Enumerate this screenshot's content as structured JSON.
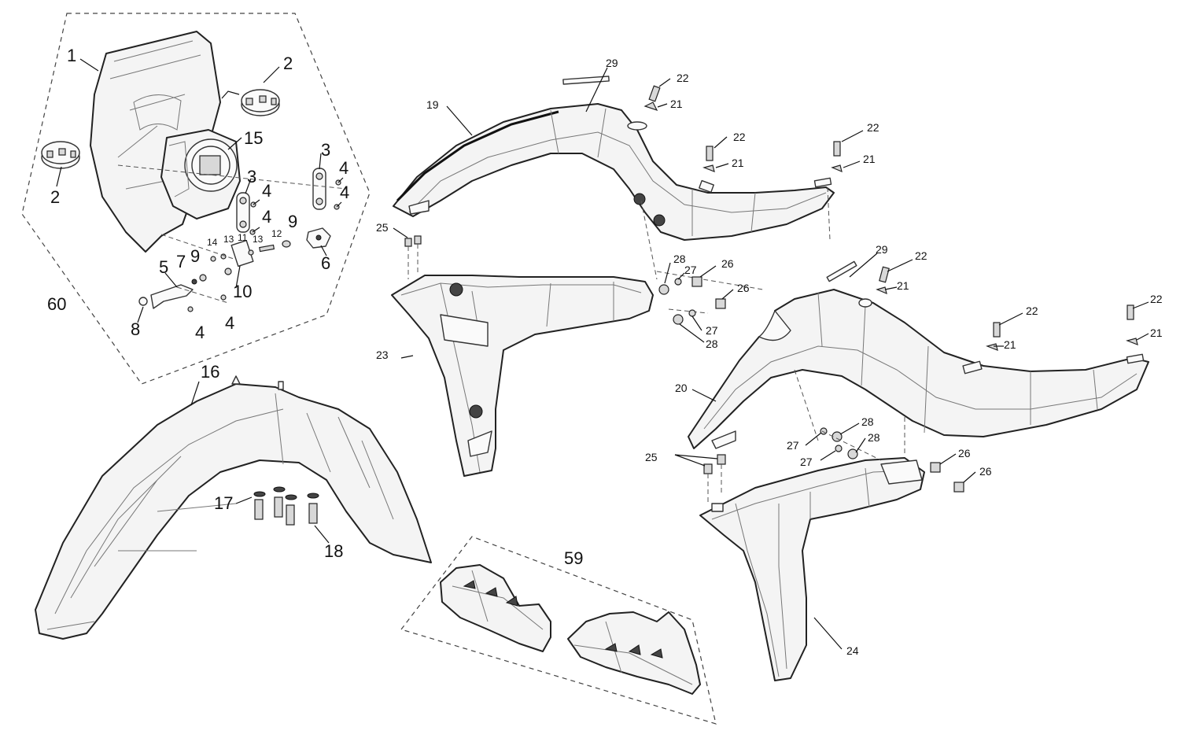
{
  "callouts": {
    "c1": "1",
    "c2a": "2",
    "c2b": "2",
    "c3a": "3",
    "c3b": "3",
    "c4a": "4",
    "c4b": "4",
    "c4c": "4",
    "c4d": "4",
    "c4e": "4",
    "c5": "5",
    "c6": "6",
    "c7": "7",
    "c8": "8",
    "c9a": "9",
    "c9b": "9",
    "c10": "10",
    "c11": "11",
    "c12": "12",
    "c13a": "13",
    "c13b": "13",
    "c14": "14",
    "c15": "15",
    "c16": "16",
    "c17": "17",
    "c18": "18",
    "c19": "19",
    "c20": "20",
    "c21a": "21",
    "c21b": "21",
    "c21c": "21",
    "c21d": "21",
    "c21e": "21",
    "c21f": "21",
    "c22a": "22",
    "c22b": "22",
    "c22c": "22",
    "c22d": "22",
    "c22e": "22",
    "c22f": "22",
    "c23": "23",
    "c24": "24",
    "c25a": "25",
    "c25b": "25",
    "c26a": "26",
    "c26b": "26",
    "c26c": "26",
    "c26d": "26",
    "c27a": "27",
    "c27b": "27",
    "c27c": "27",
    "c27d": "27",
    "c28a": "28",
    "c28b": "28",
    "c28c": "28",
    "c28d": "28",
    "c29a": "29",
    "c29b": "29",
    "c59": "59",
    "c60": "60"
  }
}
